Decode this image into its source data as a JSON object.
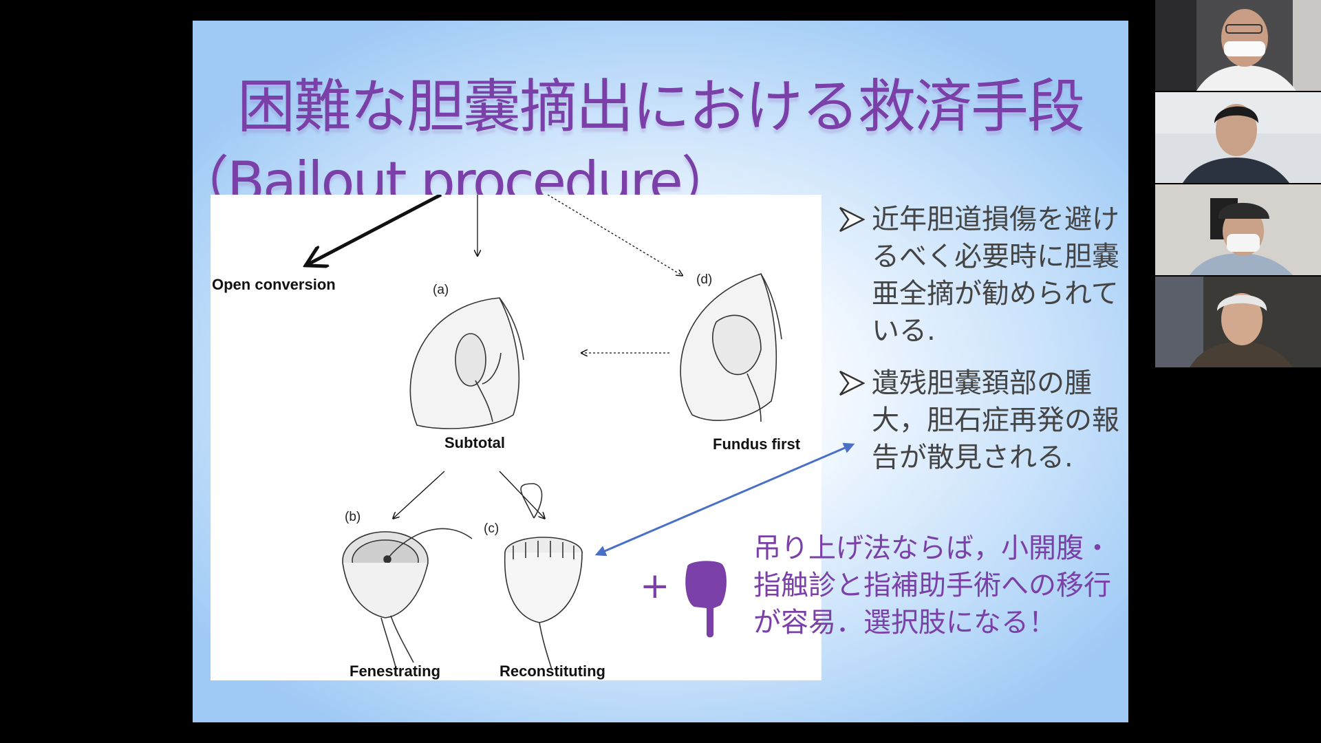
{
  "slide": {
    "title_line1": "困難な胆嚢摘出における救済手段",
    "title_line2": "（Bailout procedure）",
    "figure": {
      "open_conversion": "Open conversion",
      "label_a": "(a)",
      "label_b": "(b)",
      "label_c": "(c)",
      "label_d": "(d)",
      "subtotal": "Subtotal",
      "fundus_first": "Fundus first",
      "fenestrating": "Fenestrating",
      "reconstituting": "Reconstituting"
    },
    "bullets": [
      "近年胆道損傷を避けるべく必要時に胆嚢亜全摘が勧められている.",
      "遺残胆嚢頚部の腫大，胆石症再発の報告が散見される."
    ],
    "plus_sign": "+",
    "note": "吊り上げ法ならば，小開腹・指触診と指補助手術への移行が容易．選択肢になる！",
    "colors": {
      "title": "#7b3fa8",
      "body_text": "#444444",
      "connector_arrow": "#4a6fc9"
    },
    "icons": [
      "bullet-arrow-icon",
      "pointing-hand-icon"
    ]
  },
  "video_participants": [
    {
      "id": "participant-1",
      "icon": "person-avatar"
    },
    {
      "id": "participant-2",
      "icon": "person-avatar"
    },
    {
      "id": "participant-3",
      "icon": "person-avatar"
    },
    {
      "id": "participant-4",
      "icon": "person-avatar"
    }
  ]
}
